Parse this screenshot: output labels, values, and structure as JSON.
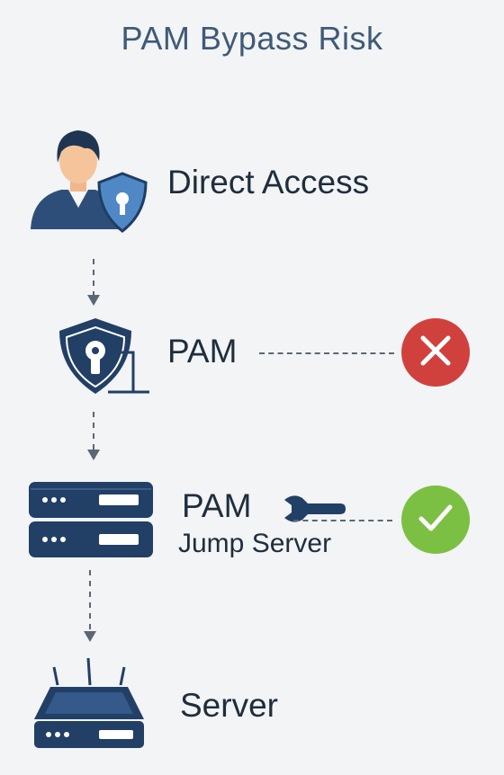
{
  "title": "PAM Bypass Risk",
  "steps": [
    {
      "label": "Direct Access",
      "icon": "user-shield-icon"
    },
    {
      "label": "PAM",
      "icon": "shield-keyhole-icon",
      "status": "blocked"
    },
    {
      "label": "PAM",
      "sublabel": "Jump Server",
      "icon": "server-rack-icon",
      "status": "allowed"
    },
    {
      "label": "Server",
      "icon": "server-device-icon"
    }
  ],
  "colors": {
    "title": "#3f5a78",
    "navy": "#233f66",
    "blocked": "#d0413e",
    "allowed": "#7cc043"
  },
  "status_icons": {
    "blocked": "x-icon",
    "allowed": "checkmark-icon"
  }
}
